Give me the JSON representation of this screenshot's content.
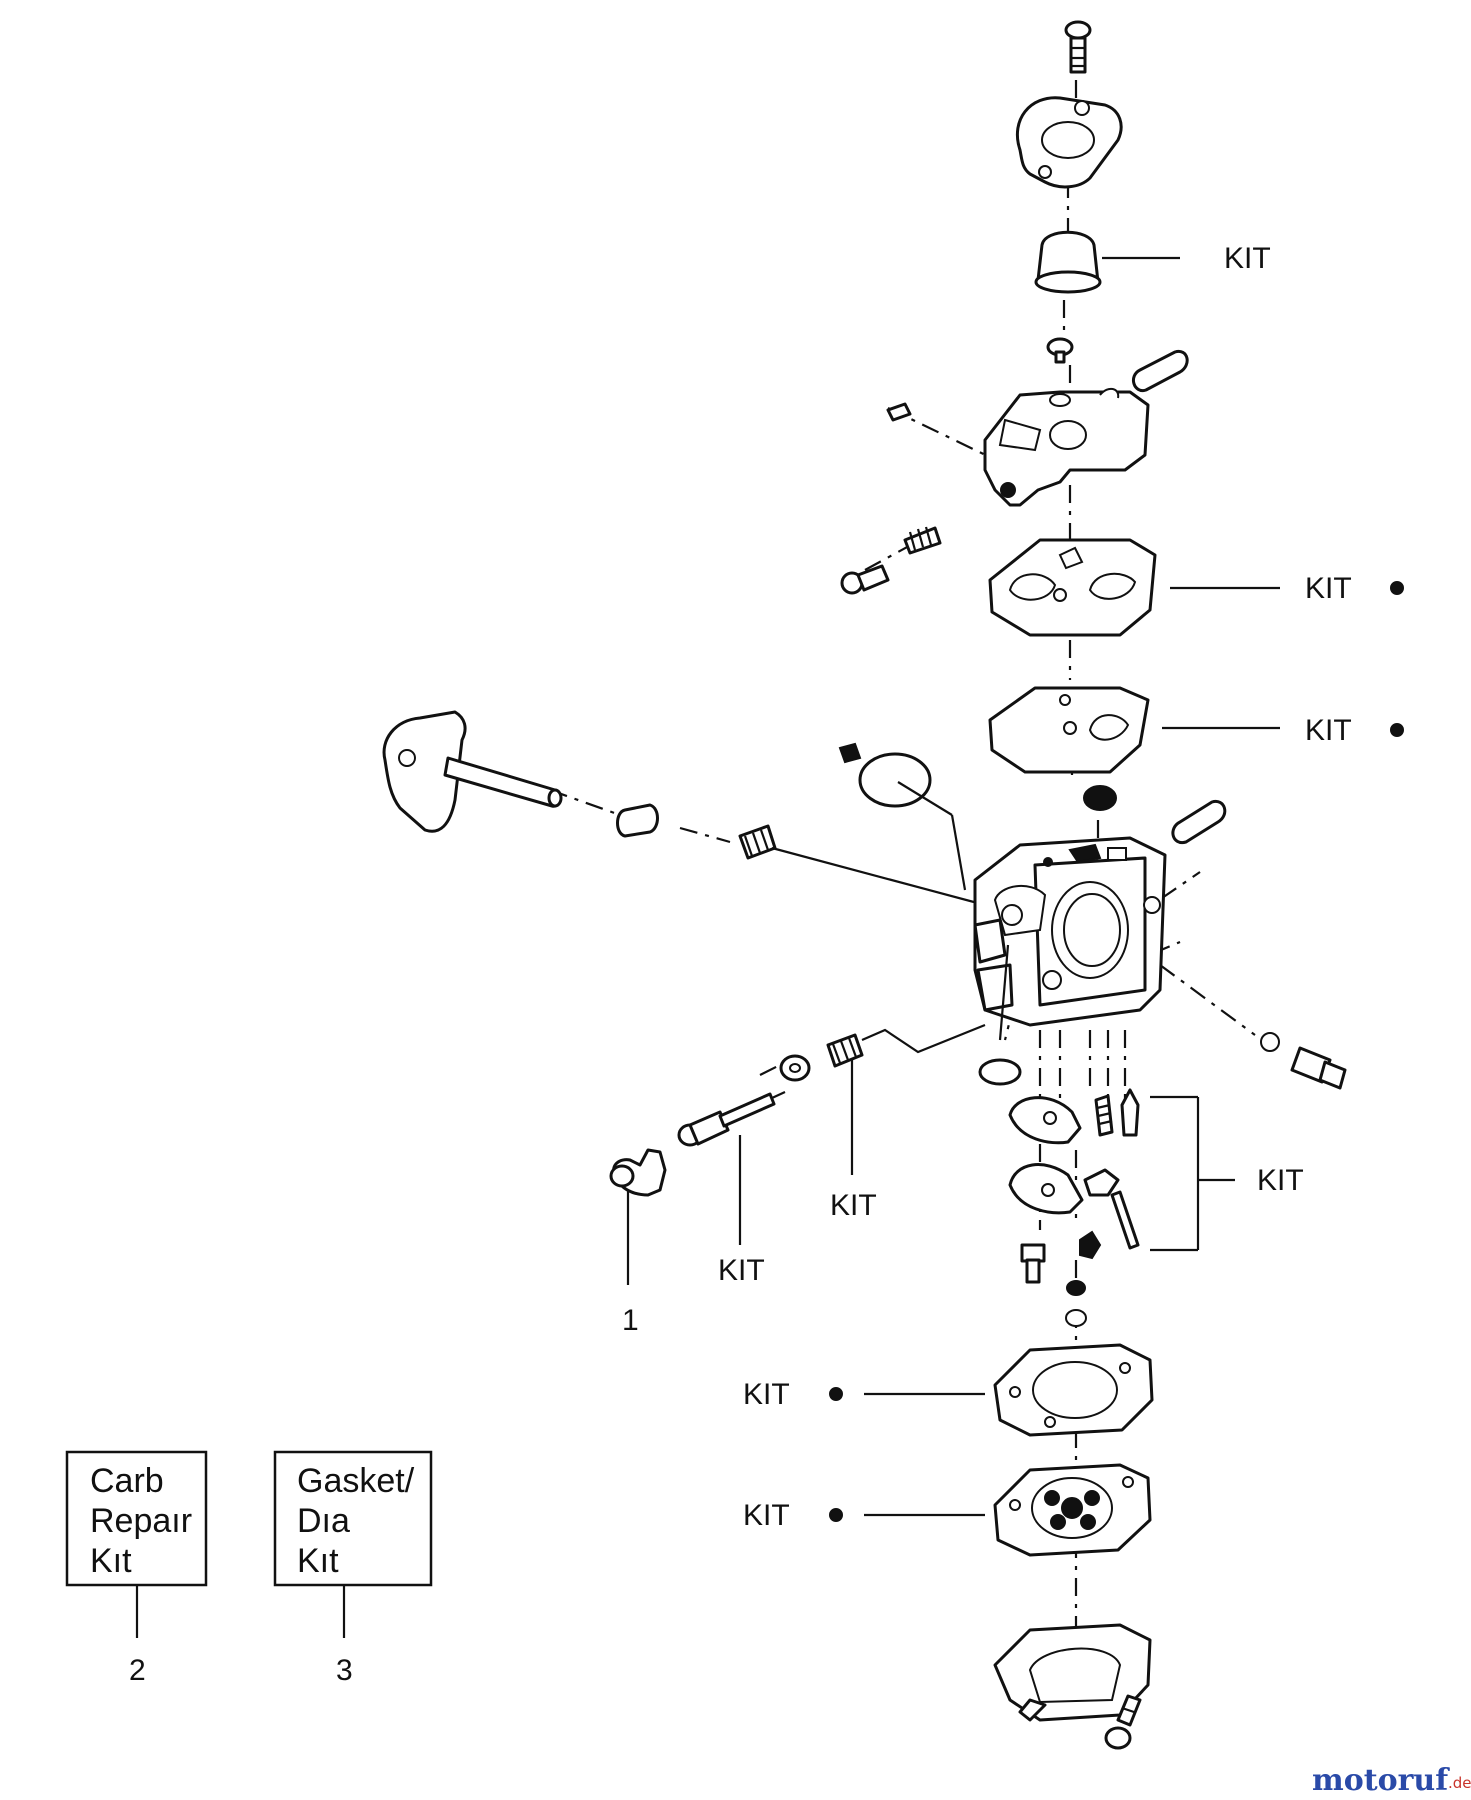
{
  "labels": {
    "kit": "KIT",
    "callout_1": "1",
    "callout_2": "2",
    "callout_3": "3"
  },
  "boxes": {
    "carb_repair_kit": [
      "Carb",
      "Repaır",
      "Kıt"
    ],
    "gasket_dia_kit": [
      "Gasket/",
      "Dıa",
      "Kıt"
    ]
  },
  "watermark": {
    "main": "motoruf",
    "suffix": ".de",
    "color_main": "#2a4aa8",
    "color_accent": "#c8342b"
  }
}
